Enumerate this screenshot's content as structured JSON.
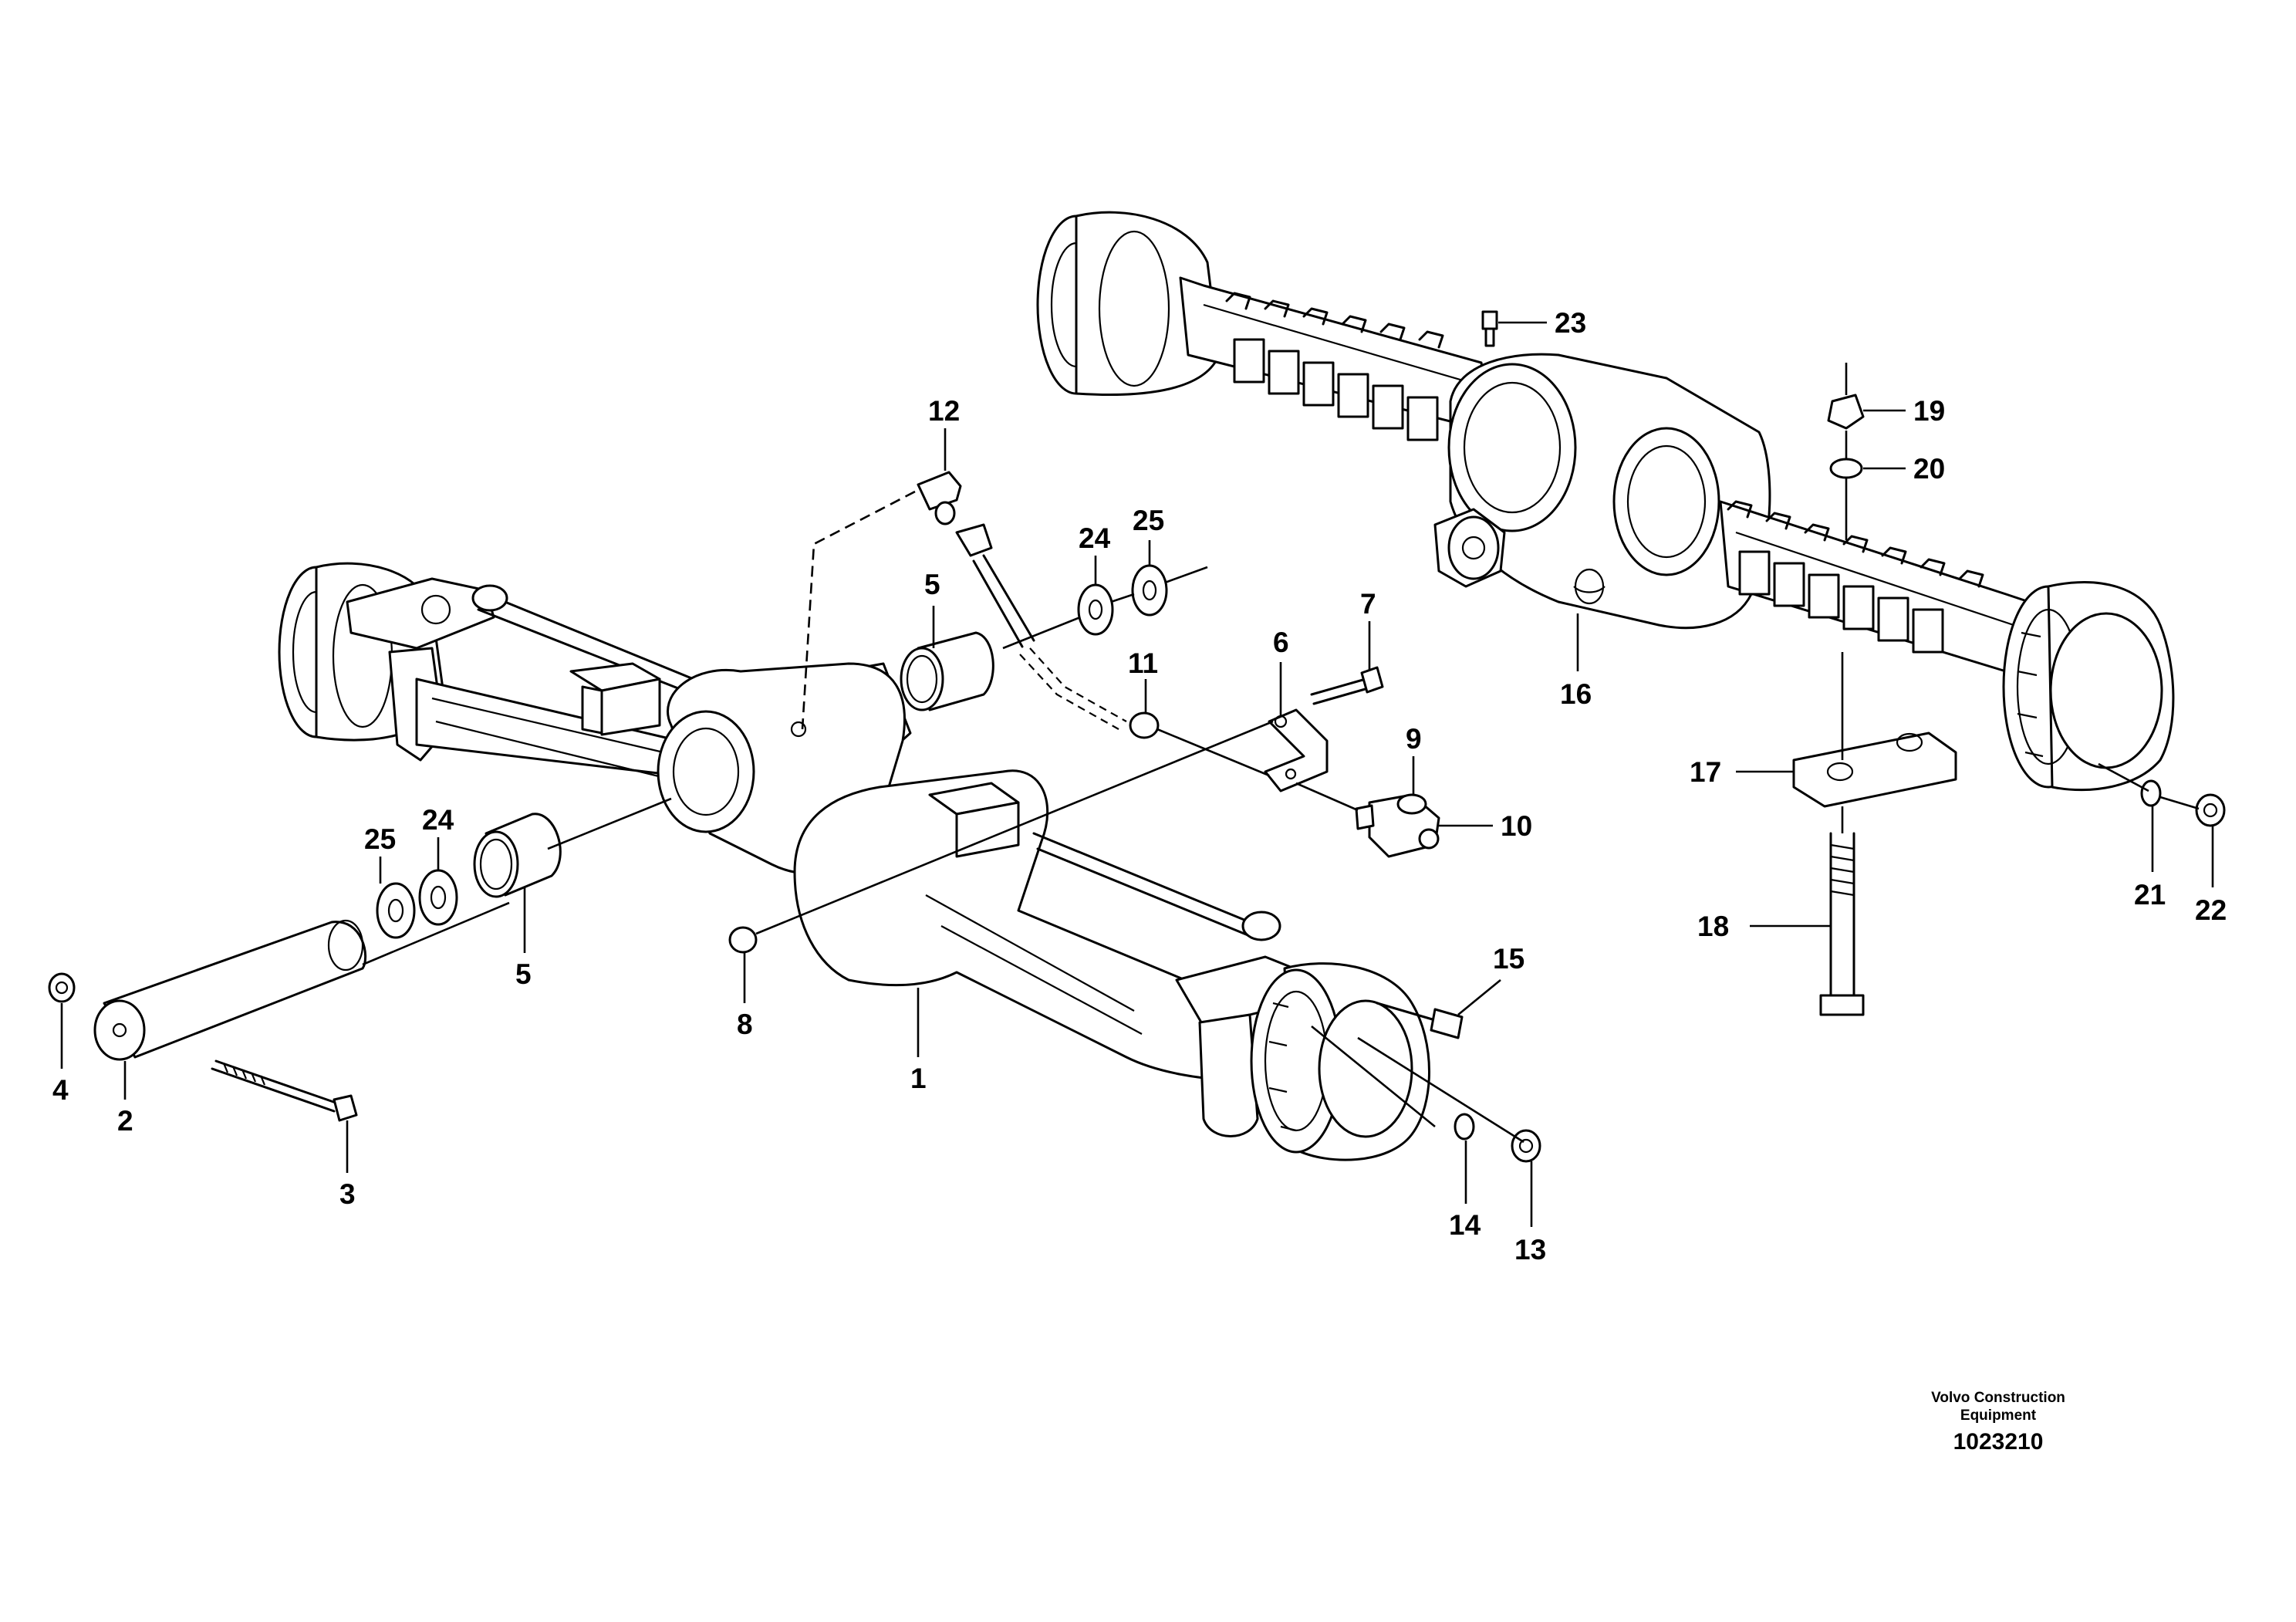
{
  "labels": {
    "p1": "1",
    "p2": "2",
    "p3": "3",
    "p4": "4",
    "p5a": "5",
    "p5b": "5",
    "p6": "6",
    "p7": "7",
    "p8": "8",
    "p9": "9",
    "p10": "10",
    "p11": "11",
    "p12": "12",
    "p13": "13",
    "p14": "14",
    "p15": "15",
    "p16": "16",
    "p17": "17",
    "p18": "18",
    "p19": "19",
    "p20": "20",
    "p21": "21",
    "p22": "22",
    "p23": "23",
    "p24a": "24",
    "p24b": "24",
    "p25a": "25",
    "p25b": "25"
  },
  "footer": {
    "line1": "Volvo Construction",
    "line2": "Equipment",
    "figure_number": "1023210"
  }
}
